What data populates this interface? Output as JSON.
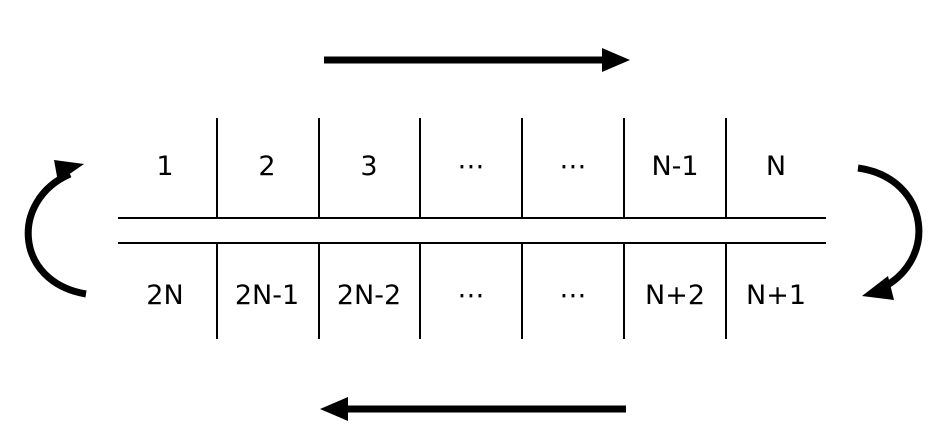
{
  "top_row": {
    "cells": [
      "1",
      "2",
      "3",
      "⋯",
      "⋯",
      "N-1",
      "N"
    ]
  },
  "bottom_row": {
    "cells": [
      "2N",
      "2N-1",
      "2N-2",
      "⋯",
      "⋯",
      "N+2",
      "N+1"
    ]
  },
  "arrows": [
    {
      "name": "top-right-arrow",
      "direction": "right"
    },
    {
      "name": "bottom-left-arrow",
      "direction": "left"
    },
    {
      "name": "right-curved-arrow",
      "direction": "down"
    },
    {
      "name": "left-curved-arrow",
      "direction": "up"
    }
  ],
  "colors": {
    "stroke": "#000000",
    "background": "#ffffff"
  }
}
